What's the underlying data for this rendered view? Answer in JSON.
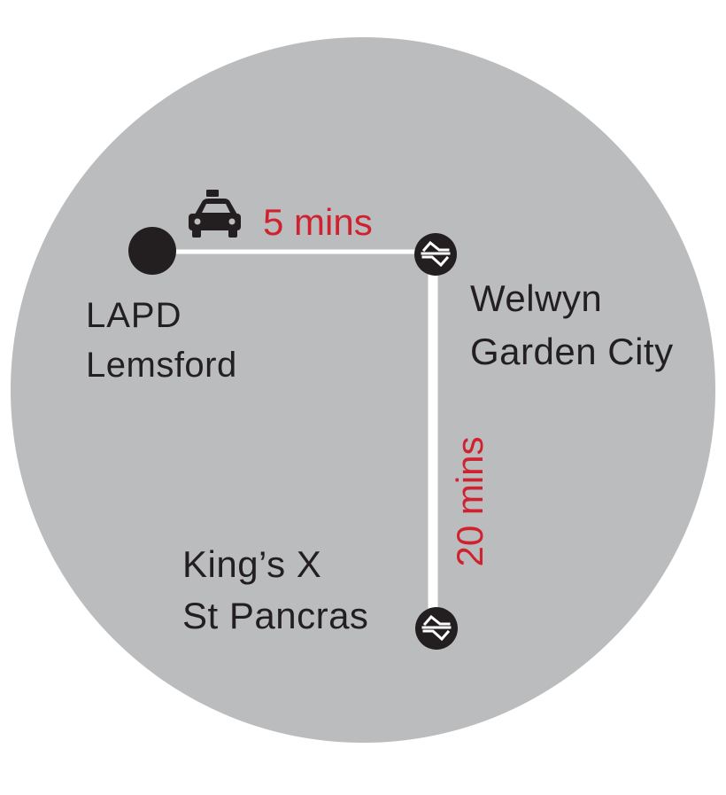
{
  "colors": {
    "background": "#ffffff",
    "disc": "#bbbcbe",
    "route_line": "#ffffff",
    "station_marker": "#231f20",
    "duration_text": "#d0212f",
    "label_text": "#231f20"
  },
  "origin": {
    "line1": "LAPD",
    "line2": "Lemsford",
    "icon": "dot-icon"
  },
  "taxi_leg": {
    "icon": "taxi-icon",
    "duration": "5 mins"
  },
  "station_welwyn": {
    "line1": "Welwyn",
    "line2": "Garden City",
    "icon": "national-rail-icon"
  },
  "train_leg": {
    "duration": "20 mins"
  },
  "station_kings_cross": {
    "line1": "King’s X",
    "line2": "St Pancras",
    "icon": "national-rail-icon"
  }
}
